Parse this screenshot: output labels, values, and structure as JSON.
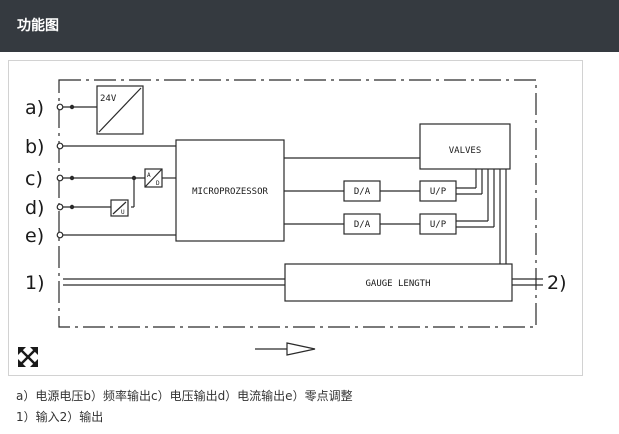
{
  "header": {
    "title": "功能图"
  },
  "diagram": {
    "inputs": [
      "a)",
      "b)",
      "c)",
      "d)",
      "e)"
    ],
    "in_port": "1)",
    "out_port": "2)",
    "blocks": {
      "supply": "24V",
      "microprocessor": "MICROPROZESSOR",
      "valves": "VALVES",
      "da1": "D/A",
      "da2": "D/A",
      "up1": "U/P",
      "up2": "U/P",
      "gauge": "GAUGE LENGTH",
      "ad_a": "A",
      "ad_d": "D",
      "conv_u": "U"
    }
  },
  "captions": {
    "line1": "a）电源电压b）频率输出c）电压输出d）电流输出e）零点调整",
    "line2": "1）输入2）输出"
  },
  "icons": {
    "expand": "expand-arrows-icon"
  },
  "colors": {
    "header_bg": "#353a40",
    "line": "#2a2a2a",
    "frame_border": "#d2d2d2"
  }
}
